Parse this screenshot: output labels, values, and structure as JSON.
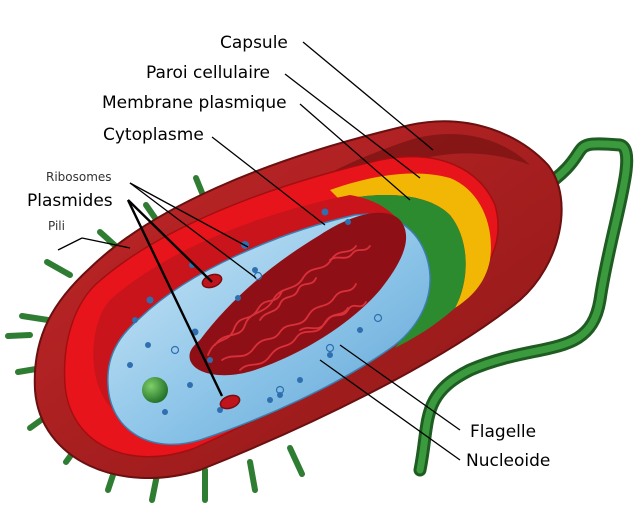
{
  "labels": {
    "capsule": "Capsule",
    "paroi": "Paroi cellulaire",
    "membrane": "Membrane plasmique",
    "cytoplasme": "Cytoplasme",
    "ribosomes": "Ribosomes",
    "plasmides": "Plasmides",
    "pili": "Pili",
    "flagelle": "Flagelle",
    "nucleoide": "Nucleoide"
  },
  "colors": {
    "capsule": "#b01e1e",
    "capsule_dark": "#7d1414",
    "paroi": "#e8141c",
    "membrane_yellow": "#f2b705",
    "membrane_green": "#2c8a2f",
    "cytoplasm": "#8ec6ea",
    "cytoplasm_light": "#c9e6f7",
    "nucleoid": "#a5141c",
    "flagellum": "#2c7a2f",
    "pili": "#2f7d33"
  }
}
